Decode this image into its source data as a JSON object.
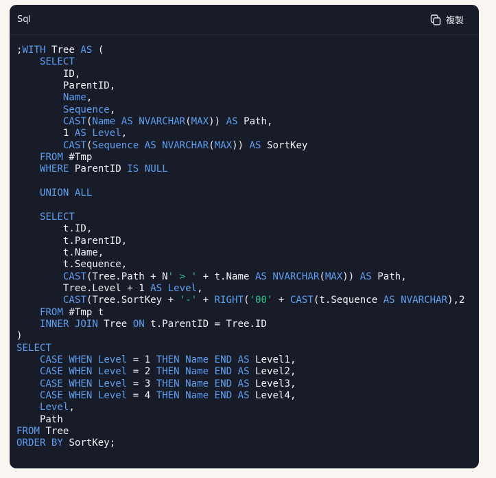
{
  "header": {
    "language": "Sql",
    "copy_label": "複製",
    "copy_icon": "copy-icon"
  },
  "colors": {
    "keyword": "#5e9ef0",
    "string": "#2fc58c",
    "text": "#f1f2f6",
    "background": "#181c28",
    "page": "#f9f5f1"
  },
  "code_lines": [
    [
      [
        "p",
        ";"
      ],
      [
        "k",
        "WITH"
      ],
      [
        "p",
        " Tree "
      ],
      [
        "k",
        "AS"
      ],
      [
        "p",
        " ("
      ]
    ],
    [
      [
        "p",
        "    "
      ],
      [
        "k",
        "SELECT"
      ]
    ],
    [
      [
        "p",
        "        ID,"
      ]
    ],
    [
      [
        "p",
        "        ParentID,"
      ]
    ],
    [
      [
        "p",
        "        "
      ],
      [
        "k",
        "Name"
      ],
      [
        "p",
        ","
      ]
    ],
    [
      [
        "p",
        "        "
      ],
      [
        "k",
        "Sequence"
      ],
      [
        "p",
        ","
      ]
    ],
    [
      [
        "p",
        "        "
      ],
      [
        "k",
        "CAST"
      ],
      [
        "p",
        "("
      ],
      [
        "k",
        "Name"
      ],
      [
        "p",
        " "
      ],
      [
        "k",
        "AS"
      ],
      [
        "p",
        " "
      ],
      [
        "k",
        "NVARCHAR"
      ],
      [
        "p",
        "("
      ],
      [
        "k",
        "MAX"
      ],
      [
        "p",
        ")) "
      ],
      [
        "k",
        "AS"
      ],
      [
        "p",
        " Path,"
      ]
    ],
    [
      [
        "p",
        "        1 "
      ],
      [
        "k",
        "AS"
      ],
      [
        "p",
        " "
      ],
      [
        "k",
        "Level"
      ],
      [
        "p",
        ","
      ]
    ],
    [
      [
        "p",
        "        "
      ],
      [
        "k",
        "CAST"
      ],
      [
        "p",
        "("
      ],
      [
        "k",
        "Sequence"
      ],
      [
        "p",
        " "
      ],
      [
        "k",
        "AS"
      ],
      [
        "p",
        " "
      ],
      [
        "k",
        "NVARCHAR"
      ],
      [
        "p",
        "("
      ],
      [
        "k",
        "MAX"
      ],
      [
        "p",
        ")) "
      ],
      [
        "k",
        "AS"
      ],
      [
        "p",
        " SortKey"
      ]
    ],
    [
      [
        "p",
        "    "
      ],
      [
        "k",
        "FROM"
      ],
      [
        "p",
        " #Tmp"
      ]
    ],
    [
      [
        "p",
        "    "
      ],
      [
        "k",
        "WHERE"
      ],
      [
        "p",
        " ParentID "
      ],
      [
        "k",
        "IS"
      ],
      [
        "p",
        " "
      ],
      [
        "k",
        "NULL"
      ]
    ],
    [
      [
        "p",
        ""
      ]
    ],
    [
      [
        "p",
        "    "
      ],
      [
        "k",
        "UNION ALL"
      ]
    ],
    [
      [
        "p",
        ""
      ]
    ],
    [
      [
        "p",
        "    "
      ],
      [
        "k",
        "SELECT"
      ]
    ],
    [
      [
        "p",
        "        t.ID,"
      ]
    ],
    [
      [
        "p",
        "        t.ParentID,"
      ]
    ],
    [
      [
        "p",
        "        t.Name,"
      ]
    ],
    [
      [
        "p",
        "        t.Sequence,"
      ]
    ],
    [
      [
        "p",
        "        "
      ],
      [
        "k",
        "CAST"
      ],
      [
        "p",
        "(Tree.Path + N"
      ],
      [
        "s",
        "' > '"
      ],
      [
        "p",
        " + t.Name "
      ],
      [
        "k",
        "AS"
      ],
      [
        "p",
        " "
      ],
      [
        "k",
        "NVARCHAR"
      ],
      [
        "p",
        "("
      ],
      [
        "k",
        "MAX"
      ],
      [
        "p",
        ")) "
      ],
      [
        "k",
        "AS"
      ],
      [
        "p",
        " Path,"
      ]
    ],
    [
      [
        "p",
        "        Tree.Level + 1 "
      ],
      [
        "k",
        "AS"
      ],
      [
        "p",
        " "
      ],
      [
        "k",
        "Level"
      ],
      [
        "p",
        ","
      ]
    ],
    [
      [
        "p",
        "        "
      ],
      [
        "k",
        "CAST"
      ],
      [
        "p",
        "(Tree.SortKey + "
      ],
      [
        "s",
        "'-'"
      ],
      [
        "p",
        " + "
      ],
      [
        "k",
        "RIGHT"
      ],
      [
        "p",
        "("
      ],
      [
        "s",
        "'00'"
      ],
      [
        "p",
        " + "
      ],
      [
        "k",
        "CAST"
      ],
      [
        "p",
        "(t.Sequence "
      ],
      [
        "k",
        "AS"
      ],
      [
        "p",
        " "
      ],
      [
        "k",
        "NVARCHAR"
      ],
      [
        "p",
        "),2"
      ]
    ],
    [
      [
        "p",
        "    "
      ],
      [
        "k",
        "FROM"
      ],
      [
        "p",
        " #Tmp t"
      ]
    ],
    [
      [
        "p",
        "    "
      ],
      [
        "k",
        "INNER JOIN"
      ],
      [
        "p",
        " Tree "
      ],
      [
        "k",
        "ON"
      ],
      [
        "p",
        " t.ParentID = Tree.ID"
      ]
    ],
    [
      [
        "p",
        ")"
      ]
    ],
    [
      [
        "k",
        "SELECT"
      ]
    ],
    [
      [
        "p",
        "    "
      ],
      [
        "k",
        "CASE WHEN"
      ],
      [
        "p",
        " "
      ],
      [
        "k",
        "Level"
      ],
      [
        "p",
        " = 1 "
      ],
      [
        "k",
        "THEN"
      ],
      [
        "p",
        " "
      ],
      [
        "k",
        "Name"
      ],
      [
        "p",
        " "
      ],
      [
        "k",
        "END"
      ],
      [
        "p",
        " "
      ],
      [
        "k",
        "AS"
      ],
      [
        "p",
        " Level1,"
      ]
    ],
    [
      [
        "p",
        "    "
      ],
      [
        "k",
        "CASE WHEN"
      ],
      [
        "p",
        " "
      ],
      [
        "k",
        "Level"
      ],
      [
        "p",
        " = 2 "
      ],
      [
        "k",
        "THEN"
      ],
      [
        "p",
        " "
      ],
      [
        "k",
        "Name"
      ],
      [
        "p",
        " "
      ],
      [
        "k",
        "END"
      ],
      [
        "p",
        " "
      ],
      [
        "k",
        "AS"
      ],
      [
        "p",
        " Level2,"
      ]
    ],
    [
      [
        "p",
        "    "
      ],
      [
        "k",
        "CASE WHEN"
      ],
      [
        "p",
        " "
      ],
      [
        "k",
        "Level"
      ],
      [
        "p",
        " = 3 "
      ],
      [
        "k",
        "THEN"
      ],
      [
        "p",
        " "
      ],
      [
        "k",
        "Name"
      ],
      [
        "p",
        " "
      ],
      [
        "k",
        "END"
      ],
      [
        "p",
        " "
      ],
      [
        "k",
        "AS"
      ],
      [
        "p",
        " Level3,"
      ]
    ],
    [
      [
        "p",
        "    "
      ],
      [
        "k",
        "CASE WHEN"
      ],
      [
        "p",
        " "
      ],
      [
        "k",
        "Level"
      ],
      [
        "p",
        " = 4 "
      ],
      [
        "k",
        "THEN"
      ],
      [
        "p",
        " "
      ],
      [
        "k",
        "Name"
      ],
      [
        "p",
        " "
      ],
      [
        "k",
        "END"
      ],
      [
        "p",
        " "
      ],
      [
        "k",
        "AS"
      ],
      [
        "p",
        " Level4,"
      ]
    ],
    [
      [
        "p",
        "    "
      ],
      [
        "k",
        "Level"
      ],
      [
        "p",
        ","
      ]
    ],
    [
      [
        "p",
        "    Path"
      ]
    ],
    [
      [
        "k",
        "FROM"
      ],
      [
        "p",
        " Tree"
      ]
    ],
    [
      [
        "k",
        "ORDER BY"
      ],
      [
        "p",
        " SortKey;"
      ]
    ]
  ]
}
